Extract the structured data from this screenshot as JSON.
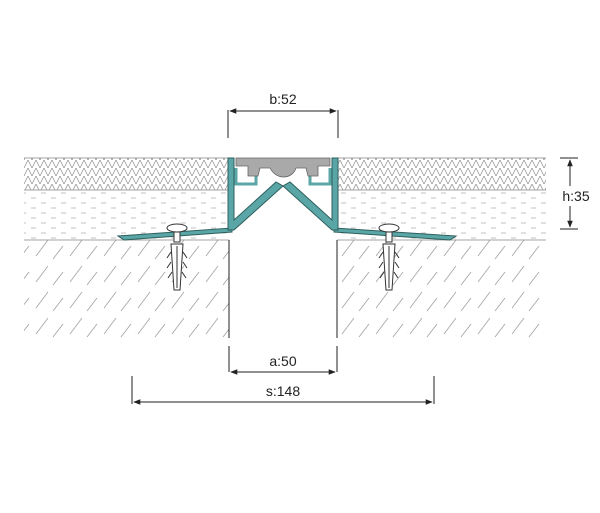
{
  "dimensions": {
    "b": "b:52",
    "h": "h:35",
    "a": "a:50",
    "s": "s:148"
  },
  "colors": {
    "profile": "#5aa6a6",
    "profile_edge": "#2f5f5f",
    "insert": "#a9a9a9",
    "hatch": "#9a9a9a",
    "line": "#222222"
  }
}
